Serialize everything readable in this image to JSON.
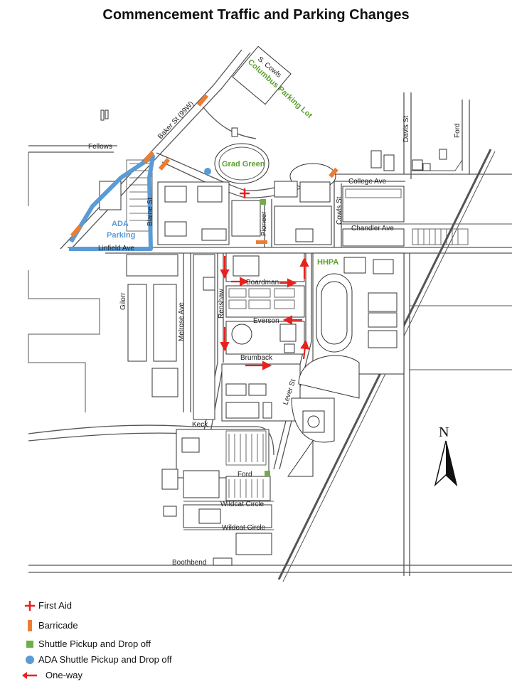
{
  "title": "Commencement Traffic and Parking Changes",
  "streets": {
    "s_cowls": "S. Cowls",
    "baker": "Baker St (99W)",
    "fellows": "Fellows",
    "blaine": "Blaine St",
    "linfield": "Linfield Ave",
    "gilorr": "Gilorr",
    "melrose": "Melrose Ave",
    "renshaw": "Renshaw",
    "boardman": "Boardman",
    "everson": "Everson",
    "brumback": "Brumback",
    "leverst": "Lever St",
    "keck": "Keck",
    "ford_bottom": "Ford",
    "wildcat1": "Wildcat Circle",
    "wildcat2": "Wildcat Circle",
    "boothbend": "Boothbend",
    "college": "College Ave",
    "chandler": "Chandler Ave",
    "cowls_st": "Cowls St",
    "pioneer": "Pioneer",
    "davis": "Davis St",
    "ford_top": "Ford"
  },
  "places": {
    "columbus": "Columbus Parking Lot",
    "grad_green": "Grad Green",
    "ada_parking_1": "ADA",
    "ada_parking_2": "Parking",
    "hhpa": "HHPA"
  },
  "north": "N",
  "legend": [
    {
      "icon": "first-aid-cross-icon",
      "label": "First Aid"
    },
    {
      "icon": "barricade-icon",
      "label": "Barricade"
    },
    {
      "icon": "shuttle-stop-icon",
      "label": "Shuttle Pickup and Drop off"
    },
    {
      "icon": "ada-shuttle-stop-icon",
      "label": "ADA Shuttle Pickup and Drop off"
    },
    {
      "icon": "one-way-arrow-icon",
      "label": "One-way"
    }
  ],
  "colors": {
    "first_aid": "#e8211d",
    "barricade": "#ed7d31",
    "shuttle": "#70ad47",
    "ada": "#5b9bd5",
    "one_way": "#e8211d",
    "roads": "#555555"
  }
}
